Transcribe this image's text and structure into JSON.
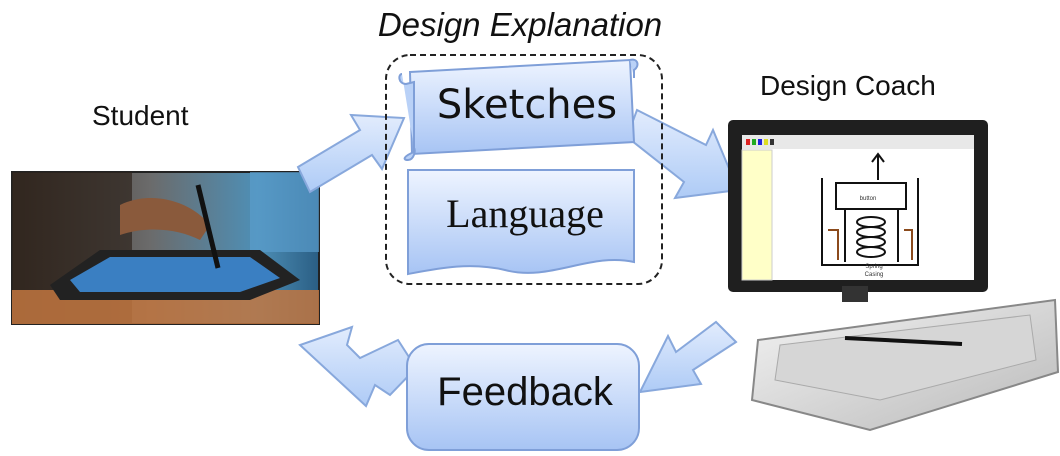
{
  "title": "Design Explanation",
  "student": {
    "label": "Student"
  },
  "coach": {
    "label": "Design Coach"
  },
  "cards": {
    "sketches": "Sketches",
    "language": "Language",
    "feedback": "Feedback"
  },
  "screen_app": {
    "sketch_labels": [
      "button",
      "Spring",
      "Casing"
    ]
  },
  "colors": {
    "box_fill_light": "#e8f0fe",
    "box_fill_dark": "#a9c6f5",
    "box_stroke": "#7f9fd8",
    "arrow_fill": "#c9dcfa",
    "dashed_outline": "#222222"
  }
}
